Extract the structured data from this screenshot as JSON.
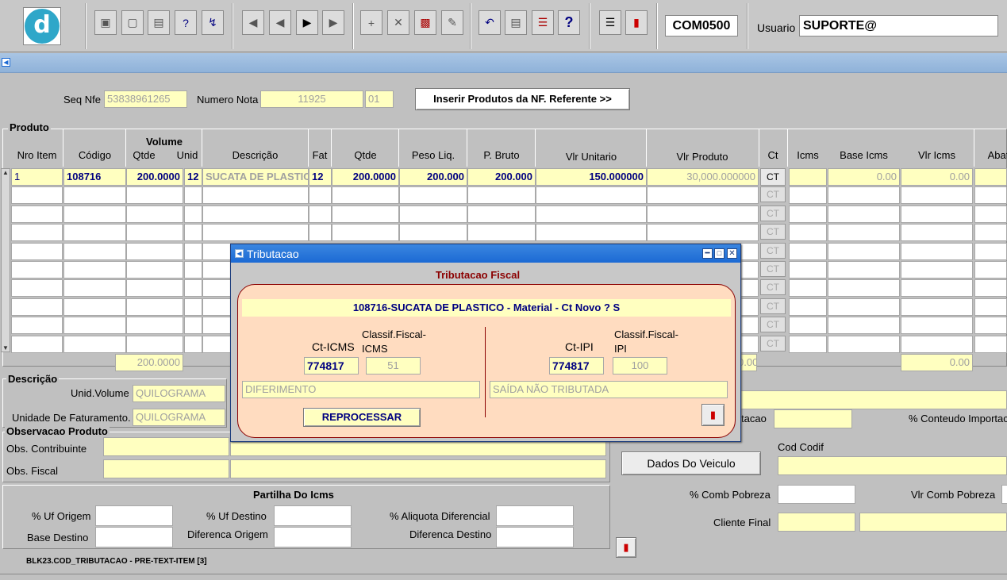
{
  "toolbar": {
    "form_code": "COM0500",
    "user_label": "Usuario",
    "user_value": "SUPORTE@"
  },
  "header": {
    "seq_nfe_label": "Seq Nfe",
    "seq_nfe": "53838961265",
    "numero_nota_label": "Numero Nota",
    "numero_nota": "11925",
    "serie": "01",
    "insert_button": "Inserir Produtos da NF. Referente >>"
  },
  "grid": {
    "section_label": "Produto",
    "volume_group": "Volume",
    "headers": {
      "nro_item": "Nro Item",
      "codigo": "Código",
      "qtde": "Qtde",
      "unid": "Unid",
      "descricao": "Descrição",
      "fat": "Fat",
      "qtde2": "Qtde",
      "peso": "Peso Liq.",
      "bruto": "P. Bruto",
      "vlr_unit": "Vlr Unitario",
      "vlr_prod": "Vlr Produto",
      "ct": "Ct",
      "icms": "Icms",
      "base_icms": "Base Icms",
      "vlr_icms": "Vlr Icms",
      "abat": "Abat"
    },
    "row1": {
      "nro": "1",
      "codigo": "108716",
      "qtde": "200.0000",
      "unid": "12",
      "descricao": "SUCATA DE PLASTICO",
      "fat": "12",
      "qtde2": "200.0000",
      "peso": "200.000",
      "bruto": "200.000",
      "vlr_unit": "150.000000",
      "vlr_prod": "30,000.000000",
      "ct": "CT",
      "base_icms": "0.00",
      "vlr_icms": "0.00"
    },
    "ct_label": "CT",
    "total_qtde": "200.0000",
    "total_mid": "0.00",
    "total_icms": "0.00"
  },
  "details": {
    "descricao_label": "Descrição",
    "unid_volume_label": "Unid.Volume",
    "unid_volume": "QUILOGRAMA",
    "unid_fat_label": "Unidade De Faturamento.",
    "unid_fat": "QUILOGRAMA",
    "obs_produto_label": "Observacao Produto",
    "obs_contribuinte_label": "Obs. Contribuinte",
    "obs_fiscal_label": "Obs. Fiscal",
    "importacao_label": "tacao",
    "conteudo_importacao_label": "% Conteudo Importac",
    "cod_codif_label": "Cod Codif",
    "dados_veiculo_button": "Dados Do Veiculo",
    "comb_pobreza_label": "% Comb Pobreza",
    "vlr_comb_pobreza_label": "Vlr Comb Pobreza",
    "cliente_final_label": "Cliente Final"
  },
  "partilha": {
    "title": "Partilha Do Icms",
    "uf_origem": "% Uf Origem",
    "uf_destino": "% Uf Destino",
    "aliquota": "% Aliquota Diferencial",
    "base_destino": "Base Destino",
    "dif_origem": "Diferenca Origem",
    "dif_destino": "Diferenca Destino"
  },
  "status_text": "BLK23.COD_TRIBUTACAO - PRE-TEXT-ITEM [3]",
  "dialog": {
    "title": "Tributacao",
    "heading": "Tributacao Fiscal",
    "product_line": "108716-SUCATA DE PLASTICO - Material - Ct Novo ? S",
    "ct_icms_label": "Ct-ICMS",
    "classif_icms_label_1": "Classif.Fiscal-",
    "classif_icms_label_2": "ICMS",
    "ct_icms": "774817",
    "classif_icms": "51",
    "icms_desc": "DIFERIMENTO",
    "ct_ipi_label": "Ct-IPI",
    "classif_ipi_label_1": "Classif.Fiscal-",
    "classif_ipi_label_2": "IPI",
    "ct_ipi": "774817",
    "classif_ipi": "100",
    "ipi_desc": "SAÍDA NÃO TRIBUTADA",
    "reprocess_button": "REPROCESSAR"
  },
  "colors": {
    "field_bg": "#ffffc0",
    "dialog_bg": "#ffdcc0",
    "title_blue": "#1c6ad4",
    "heading_red": "#8b0000",
    "text_blue": "#000080"
  }
}
